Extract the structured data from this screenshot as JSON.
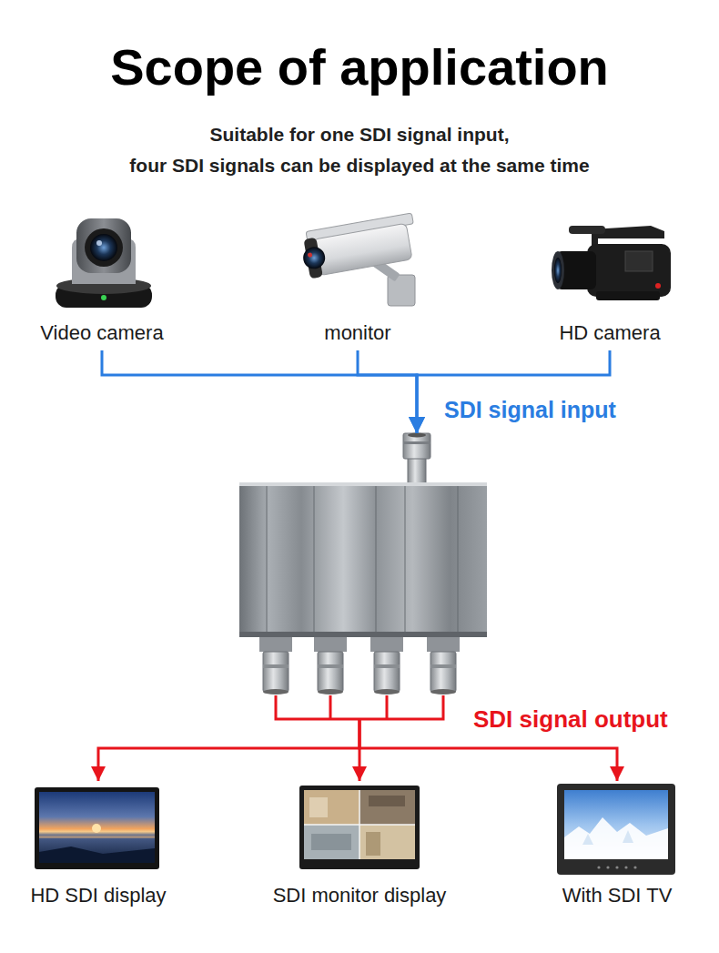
{
  "diagram": {
    "title": "Scope of application",
    "nodes": [
      {
        "text": [
          "Video camera"
        ]
      },
      {
        "text": [
          "monitor"
        ]
      },
      {
        "text": [
          "HD camera"
        ]
      },
      {
        "text": [
          "SDI signal input",
          "SDI signal output"
        ]
      },
      {
        "text": [
          "HD SDI display"
        ]
      },
      {
        "text": [
          "SDI monitor display"
        ]
      },
      {
        "text": [
          "With SDI TV"
        ]
      }
    ],
    "edges": [
      {
        "from": 0,
        "to": 3,
        "arrow": "to"
      },
      {
        "from": 1,
        "to": 3,
        "arrow": "to"
      },
      {
        "from": 2,
        "to": 3,
        "arrow": "to"
      },
      {
        "from": 3,
        "to": 4,
        "arrow": "to"
      },
      {
        "from": 3,
        "to": 5,
        "arrow": "to"
      },
      {
        "from": 3,
        "to": 6,
        "arrow": "to"
      }
    ],
    "labels": [
      "Suitable for one SDI signal input,",
      "four SDI signals can be displayed at the same time"
    ]
  }
}
